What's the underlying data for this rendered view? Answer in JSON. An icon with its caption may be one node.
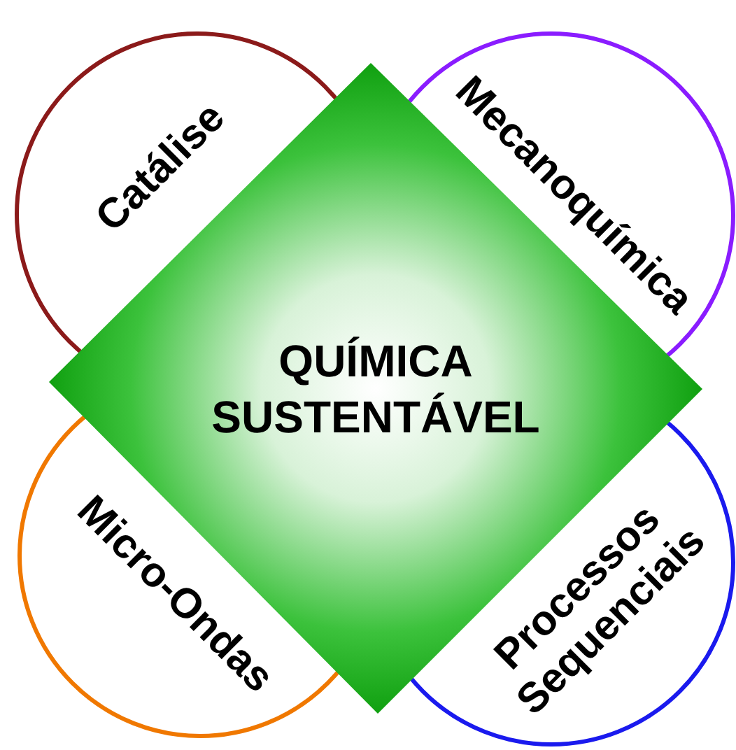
{
  "diagram": {
    "nodes": [
      {
        "text": [
          "QUÍMICA SUSTENTÁVEL"
        ]
      },
      {
        "text": [
          "Catálise"
        ]
      },
      {
        "text": [
          "Mecanoquímica"
        ]
      },
      {
        "text": [
          "Micro-Ondas"
        ]
      },
      {
        "text": [
          "Processos Sequenciais"
        ]
      }
    ]
  }
}
